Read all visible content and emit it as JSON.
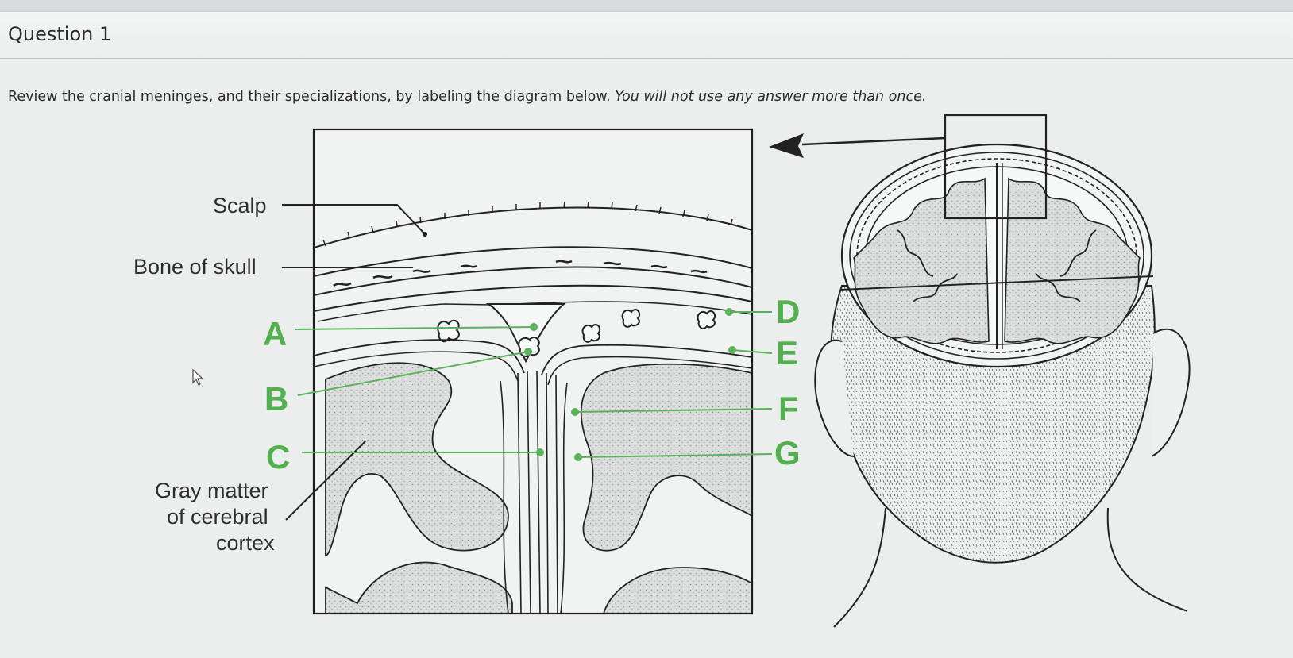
{
  "question": {
    "title": "Question 1",
    "prompt_main": "Review the cranial meninges, and their specializations, by labeling the diagram below.",
    "prompt_italic": "You will not use any answer more than once."
  },
  "diagram": {
    "labels": {
      "scalp": "Scalp",
      "bone": "Bone of skull",
      "gray_matter": [
        "Gray matter",
        "of cerebral",
        "cortex"
      ]
    },
    "letters": [
      "A",
      "B",
      "C",
      "D",
      "E",
      "F",
      "G"
    ],
    "accent_color": "#52b04f",
    "icons": [
      "mouse-pointer-icon",
      "arrow-left-icon"
    ]
  }
}
